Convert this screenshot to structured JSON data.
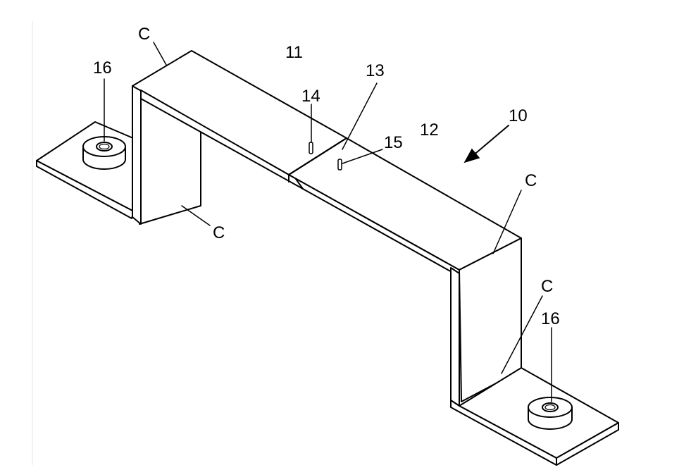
{
  "labels": {
    "c_top_left": "C",
    "c_left_lower": "C",
    "c_right_upper": "C",
    "c_right_middle": "C",
    "nut_left": "16",
    "nut_right": "16",
    "part_11": "11",
    "part_12": "12",
    "part_13": "13",
    "part_14": "14",
    "part_15": "15",
    "assembly_10": "10"
  }
}
